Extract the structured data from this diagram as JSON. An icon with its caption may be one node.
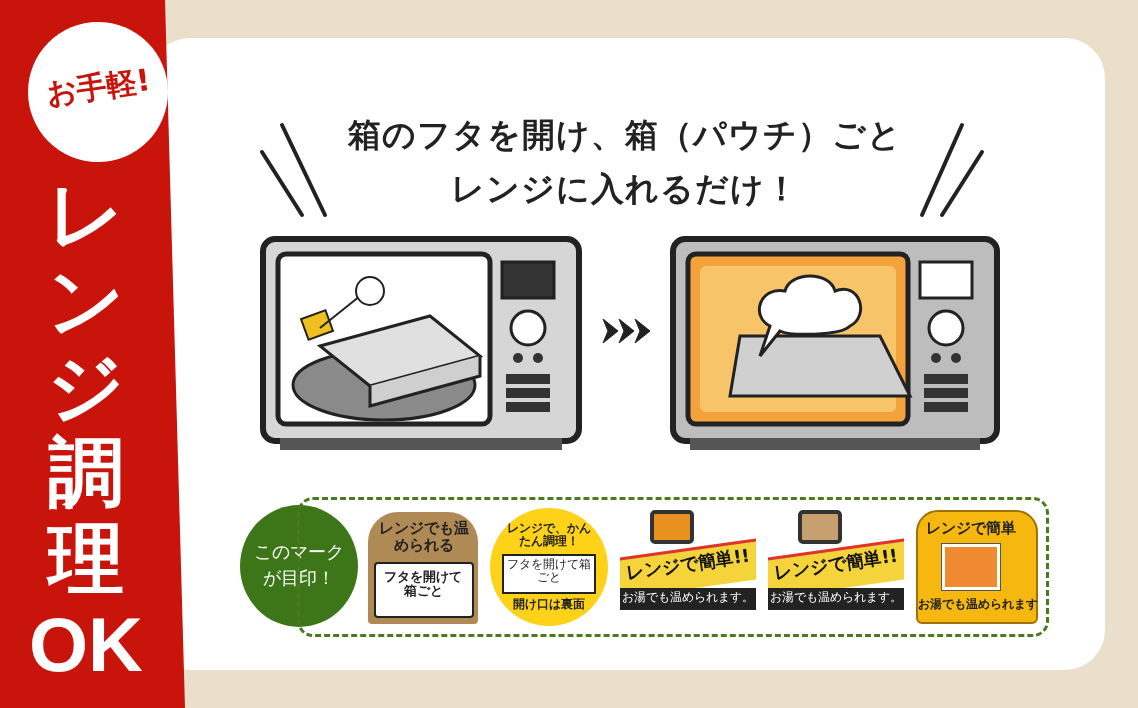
{
  "diagram": {
    "title": "箱のフタを開け、箱（パウチ）ごとレンジに入れるだけ！",
    "nodes": [
      {
        "text": [
          "レンジ調理OK"
        ]
      },
      {
        "text": [
          "お手軽!"
        ],
        "in": 0
      },
      {
        "text": [],
        "shape": "picture"
      },
      {
        "text": [],
        "shape": "picture"
      },
      {
        "text": [
          "このマークが目印！"
        ]
      },
      {
        "text": [],
        "shape": "box"
      },
      {
        "text": [
          "レンジでも温められる",
          "フタを開けて箱ごと"
        ],
        "in": 5
      },
      {
        "text": [
          "レンジで、かんたん調理！",
          "フタを開けて箱ごと",
          "開け口は裏面"
        ],
        "in": 5
      },
      {
        "text": [
          "レンジで簡単!!",
          "お湯でも温められます。"
        ],
        "in": 5
      },
      {
        "text": [
          "レンジで簡単!!",
          "お湯でも温められます。"
        ],
        "in": 5
      },
      {
        "text": [
          "レンジで簡単",
          "お湯でも温められます"
        ],
        "in": 5
      }
    ],
    "edges": [
      {
        "from": 2,
        "to": 3,
        "arrow": "to"
      }
    ]
  }
}
